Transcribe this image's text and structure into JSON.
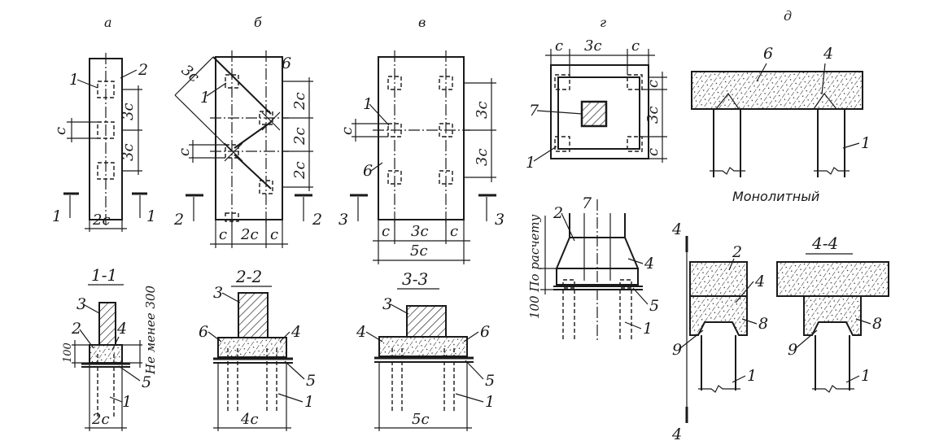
{
  "panels": {
    "a": {
      "letter": "а",
      "section_title": "1-1",
      "section_mark": "1",
      "dim_c": "c",
      "dim_3c": "3c",
      "dim_2c": "2c",
      "dim_100": "100",
      "note_min": "Не менее 300",
      "n1": "1",
      "n2": "2",
      "n3": "3",
      "n4": "4",
      "n5": "5"
    },
    "b": {
      "letter": "б",
      "section_title": "2-2",
      "section_mark": "2",
      "dim_c": "c",
      "dim_2c": "2c",
      "dim_3c": "3c",
      "dim_4c": "4c",
      "n1": "1",
      "n3": "3",
      "n4": "4",
      "n5": "5",
      "n6": "6"
    },
    "v": {
      "letter": "в",
      "section_title": "3-3",
      "section_mark": "3",
      "dim_c": "c",
      "dim_3c": "3c",
      "dim_5c": "5c",
      "n1": "1",
      "n3": "3",
      "n4": "4",
      "n5": "5",
      "n6": "6"
    },
    "g": {
      "letter": "г",
      "dim_c": "c",
      "dim_3c": "3c",
      "dim_note": "100  По расчету",
      "n1": "1",
      "n2": "2",
      "n4": "4",
      "n5": "5",
      "n7": "7"
    },
    "d": {
      "letter": "д",
      "caption": "Монолитный",
      "section_title": "4-4",
      "section_mark": "4",
      "n1": "1",
      "n2": "2",
      "n4": "4",
      "n6": "6",
      "n8": "8",
      "n9": "9"
    }
  }
}
